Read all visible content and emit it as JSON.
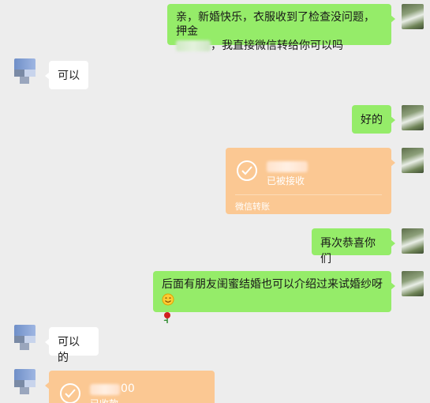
{
  "messages": {
    "m1": {
      "line1": "亲，新婚快乐，衣服收到了检查没问题，押金",
      "line2": "，我直接微信转给你可以吗"
    },
    "m2": {
      "text": "可以"
    },
    "m3": {
      "text": "好的"
    },
    "transfer1": {
      "status": "已被接收",
      "footer": "微信转账"
    },
    "m4": {
      "text": "再次恭喜你们"
    },
    "m5": {
      "text": "后面有朋友闺蜜结婚也可以介绍过来试婚纱呀"
    },
    "m6": {
      "text": "可以的"
    },
    "transfer2": {
      "amount_tail": "00",
      "status": "已收款"
    }
  },
  "colors": {
    "sent_bubble": "#95ec69",
    "received_bubble": "#ffffff",
    "transfer_card": "#fbc893",
    "background": "#ededed"
  },
  "icons": [
    "check-circle-icon",
    "smile-emoji-icon",
    "rose-emoji-icon"
  ]
}
